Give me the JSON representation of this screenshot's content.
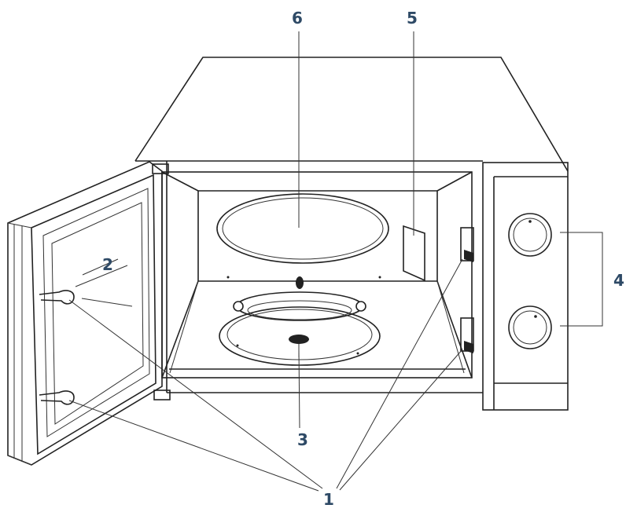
{
  "diagram": {
    "callouts": {
      "c1": "1",
      "c2": "2",
      "c3": "3",
      "c4": "4",
      "c5": "5",
      "c6": "6"
    },
    "colors": {
      "callout_text": "#2e4a66",
      "line": "#222222",
      "background": "#ffffff"
    }
  }
}
